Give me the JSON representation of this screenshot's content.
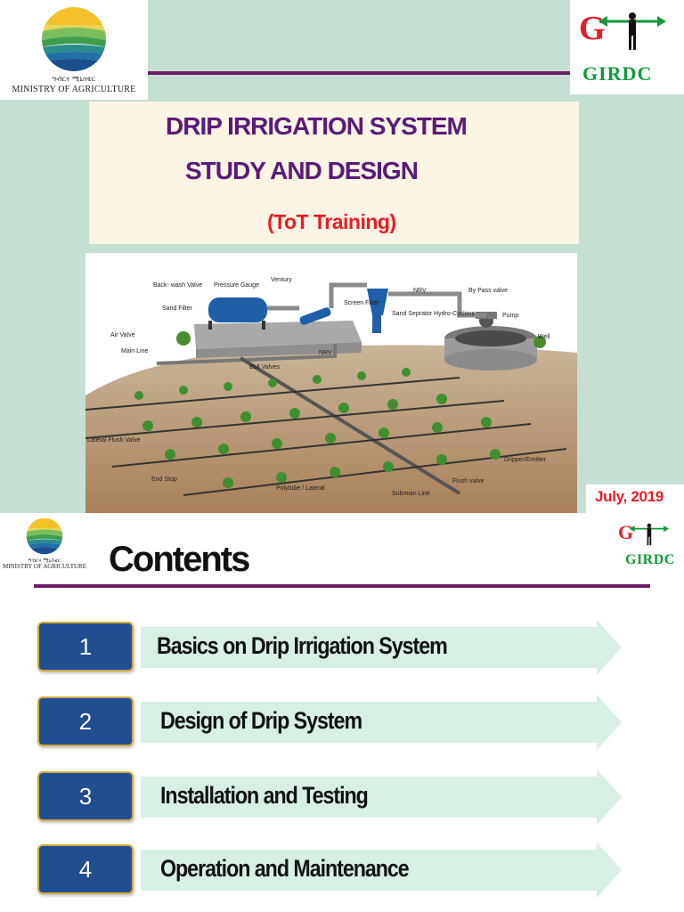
{
  "slide1": {
    "ministry": {
      "amharic": "ግብርና ሚኒስቴር",
      "name": "MINISTRY OF AGRICULTURE"
    },
    "girdc_label": "GIRDC",
    "title_line1": "DRIP IRRIGATION SYSTEM",
    "title_line2": "STUDY AND DESIGN",
    "subtitle": "(ToT Training)",
    "diagram_labels": {
      "backwash_valve": "Back- wash Valve",
      "pressure_gauge": "Pressure Gauge",
      "ventury": "Ventury",
      "sand_filter": "Sand Filter",
      "screen_filter": "Screen Filter",
      "nrv_top": "NRV",
      "bypass_valve": "By Pass valve",
      "sand_separator": "Sand Seprator Hydro-Cyclone",
      "pump": "Pump",
      "well": "Well",
      "air_valve": "Air Valve",
      "main_line": "Main Line",
      "nrv_main": "NRV",
      "ball_valves": "Ball Valves",
      "lateral_flush_valve": "Lateral Flush Valve",
      "dripper_emitter": "Dripper/Emitter",
      "end_stop": "End Stop",
      "flush_valve": "Flush valve",
      "polytube_lateral": "Polytube / Lateral",
      "submain_line": "Submain Line"
    },
    "date": "July, 2019"
  },
  "slide2": {
    "ministry": {
      "amharic": "ግብርና ሚኒስቴር",
      "name": "MINISTRY OF AGRICULTURE"
    },
    "title": "Contents",
    "girdc_label": "GIRDC",
    "items": [
      {
        "number": "1",
        "label": "Basics on Drip Irrigation System"
      },
      {
        "number": "2",
        "label": "Design of Drip System"
      },
      {
        "number": "3",
        "label": "Installation and Testing"
      },
      {
        "number": "4",
        "label": "Operation and Maintenance"
      }
    ]
  },
  "colors": {
    "slide_bg": "#c5e0d3",
    "title_purple": "#5b1a78",
    "accent_red": "#ea1c24",
    "rule_purple": "#6b1d66",
    "girdc_green": "#0f9a3a",
    "number_box_blue": "#1f4e91",
    "number_box_border": "#d4a93d",
    "arrow_green": "#d8efe4"
  }
}
